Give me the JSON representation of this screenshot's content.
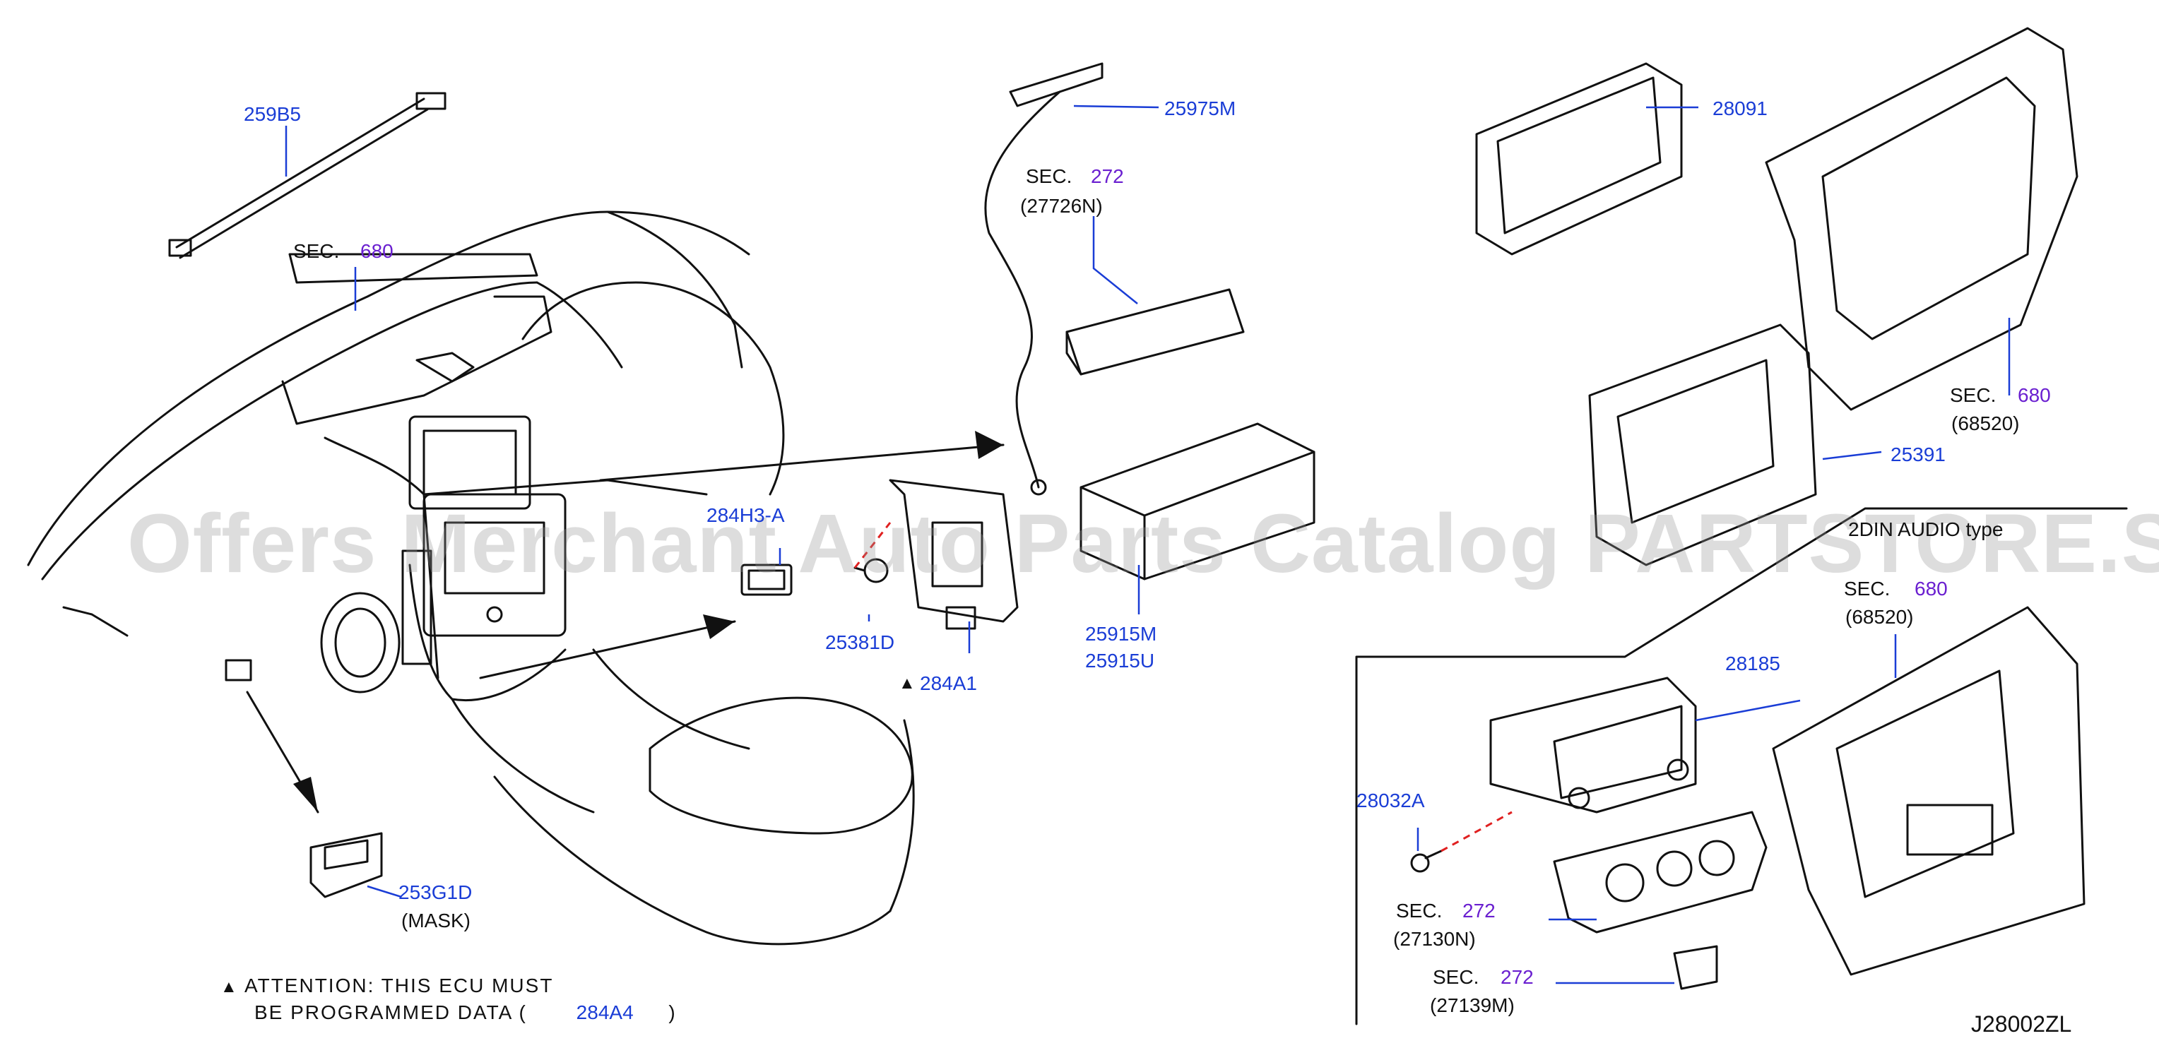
{
  "parts": {
    "p259b5": "259B5",
    "p25975m": "25975M",
    "p28091": "28091",
    "p284h3a": "284H3-A",
    "p25381d": "25381D",
    "p284a1": "284A1",
    "p25915m": "25915M",
    "p25915u": "25915U",
    "p25391": "25391",
    "p28185": "28185",
    "p28032a": "28032A",
    "p253g1d": "253G1D"
  },
  "sections": {
    "sec_word": "SEC.",
    "s680": "680",
    "s272": "272",
    "c27726n": "(27726N)",
    "c68520": "(68520)",
    "c27130n": "(27130N)",
    "c27139m": "(27139M)"
  },
  "mask_label": "(MASK)",
  "audio_type": "2DIN AUDIO type",
  "attention": {
    "triangle": "▲",
    "line1": "ATTENTION:  THIS  ECU  MUST",
    "line2": "BE  PROGRAMMED  DATA  (",
    "part": "284A4",
    "close": ")"
  },
  "drawing_id": "J28002ZL",
  "watermark": "Offers Merchant Auto Parts Catalog PARTSTORE.SA",
  "colors": {
    "part": "#1a3dd6",
    "section": "#6a1fd0",
    "leader": "#1a3dd6",
    "line": "#111111",
    "dashed": "#e02020"
  }
}
